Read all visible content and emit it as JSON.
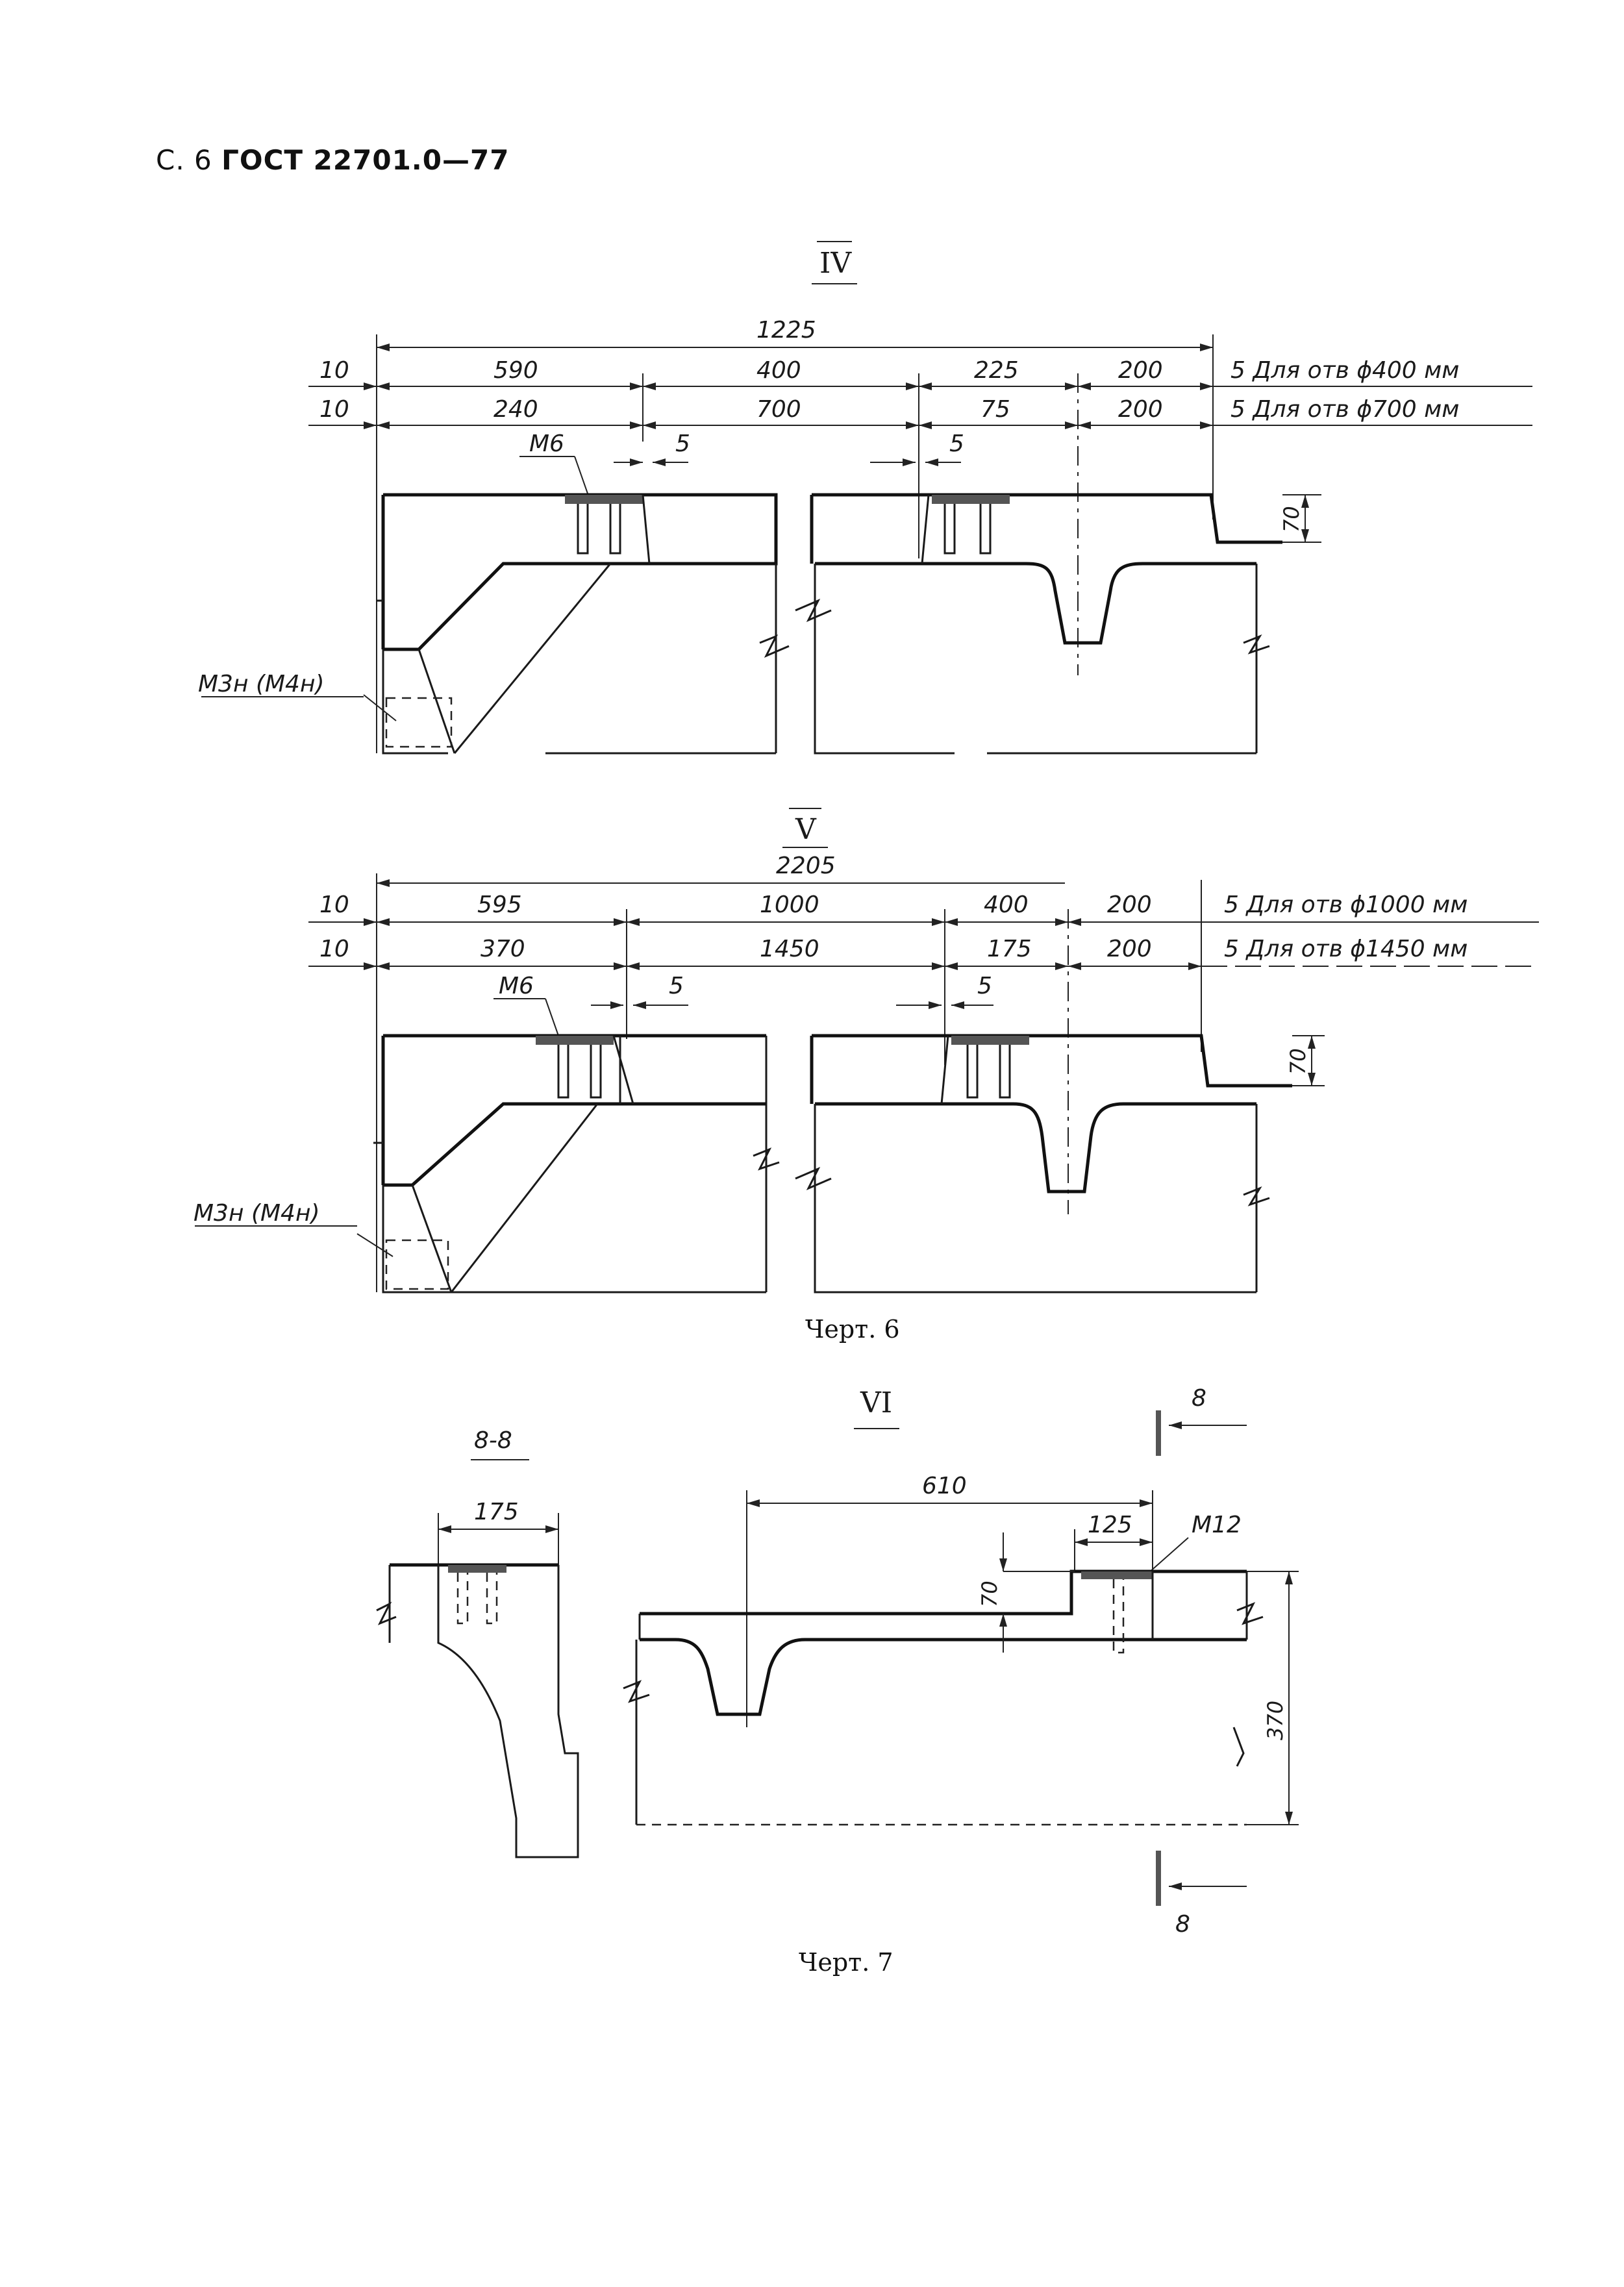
{
  "header": {
    "prefix": "С. 6",
    "standard": "ГОСТ 22701.0—77"
  },
  "drawing_iv": {
    "view_label": "IV",
    "overall": "1225",
    "row1": {
      "left": "10",
      "d1": "590",
      "d2": "400",
      "d3": "225",
      "d4": "200",
      "right": "5 Для отв ϕ400 мм"
    },
    "row2": {
      "left": "10",
      "d1": "240",
      "d2": "700",
      "d3": "75",
      "d4": "200",
      "right": "5 Для отв ϕ700 мм"
    },
    "thread": "M6",
    "gap_left": "5",
    "gap_right": "5",
    "height": "70",
    "callout": "M3н (M4н)"
  },
  "drawing_v": {
    "view_label": "V",
    "overall": "2205",
    "row1": {
      "left": "10",
      "d1": "595",
      "d2": "1000",
      "d3": "400",
      "d4": "200",
      "right": "5 Для отв ϕ1000 мм"
    },
    "row2": {
      "left": "10",
      "d1": "370",
      "d2": "1450",
      "d3": "175",
      "d4": "200",
      "right": "5 Для отв ϕ1450 мм"
    },
    "thread": "M6",
    "gap_left": "5",
    "gap_right": "5",
    "height": "70",
    "callout": "M3н (M4н)"
  },
  "caption_6": "Черт. 6",
  "drawing_vi": {
    "view_label": "VI",
    "section_label": "8-8",
    "section_width": "175",
    "overall": "610",
    "small": "125",
    "thread": "M12",
    "height_small": "70",
    "height_total": "370",
    "cut_top": "8",
    "cut_bottom": "8"
  },
  "caption_7": "Черт. 7"
}
